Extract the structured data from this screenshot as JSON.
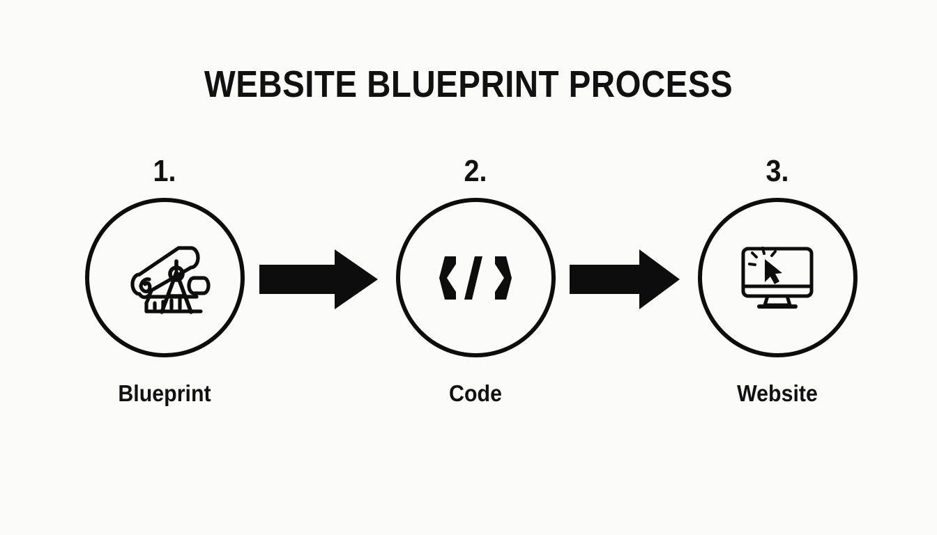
{
  "page": {
    "title": "WEBSITE BLUEPRINT PROCESS",
    "background_color": "#fbfbfa",
    "ink_color": "#0d0d0d"
  },
  "diagram": {
    "type": "horizontal-process-flow",
    "step_count": 3,
    "steps": [
      {
        "number": "1.",
        "label": "Blueprint",
        "icon": "blueprint-scroll-compass-ruler-icon"
      },
      {
        "number": "2.",
        "label": "Code",
        "icon": "code-brackets-icon"
      },
      {
        "number": "3.",
        "label": "Website",
        "icon": "monitor-cursor-click-icon"
      }
    ],
    "connectors": [
      {
        "name": "arrow-blueprint-to-code",
        "direction": "right"
      },
      {
        "name": "arrow-code-to-website",
        "direction": "right"
      }
    ]
  }
}
